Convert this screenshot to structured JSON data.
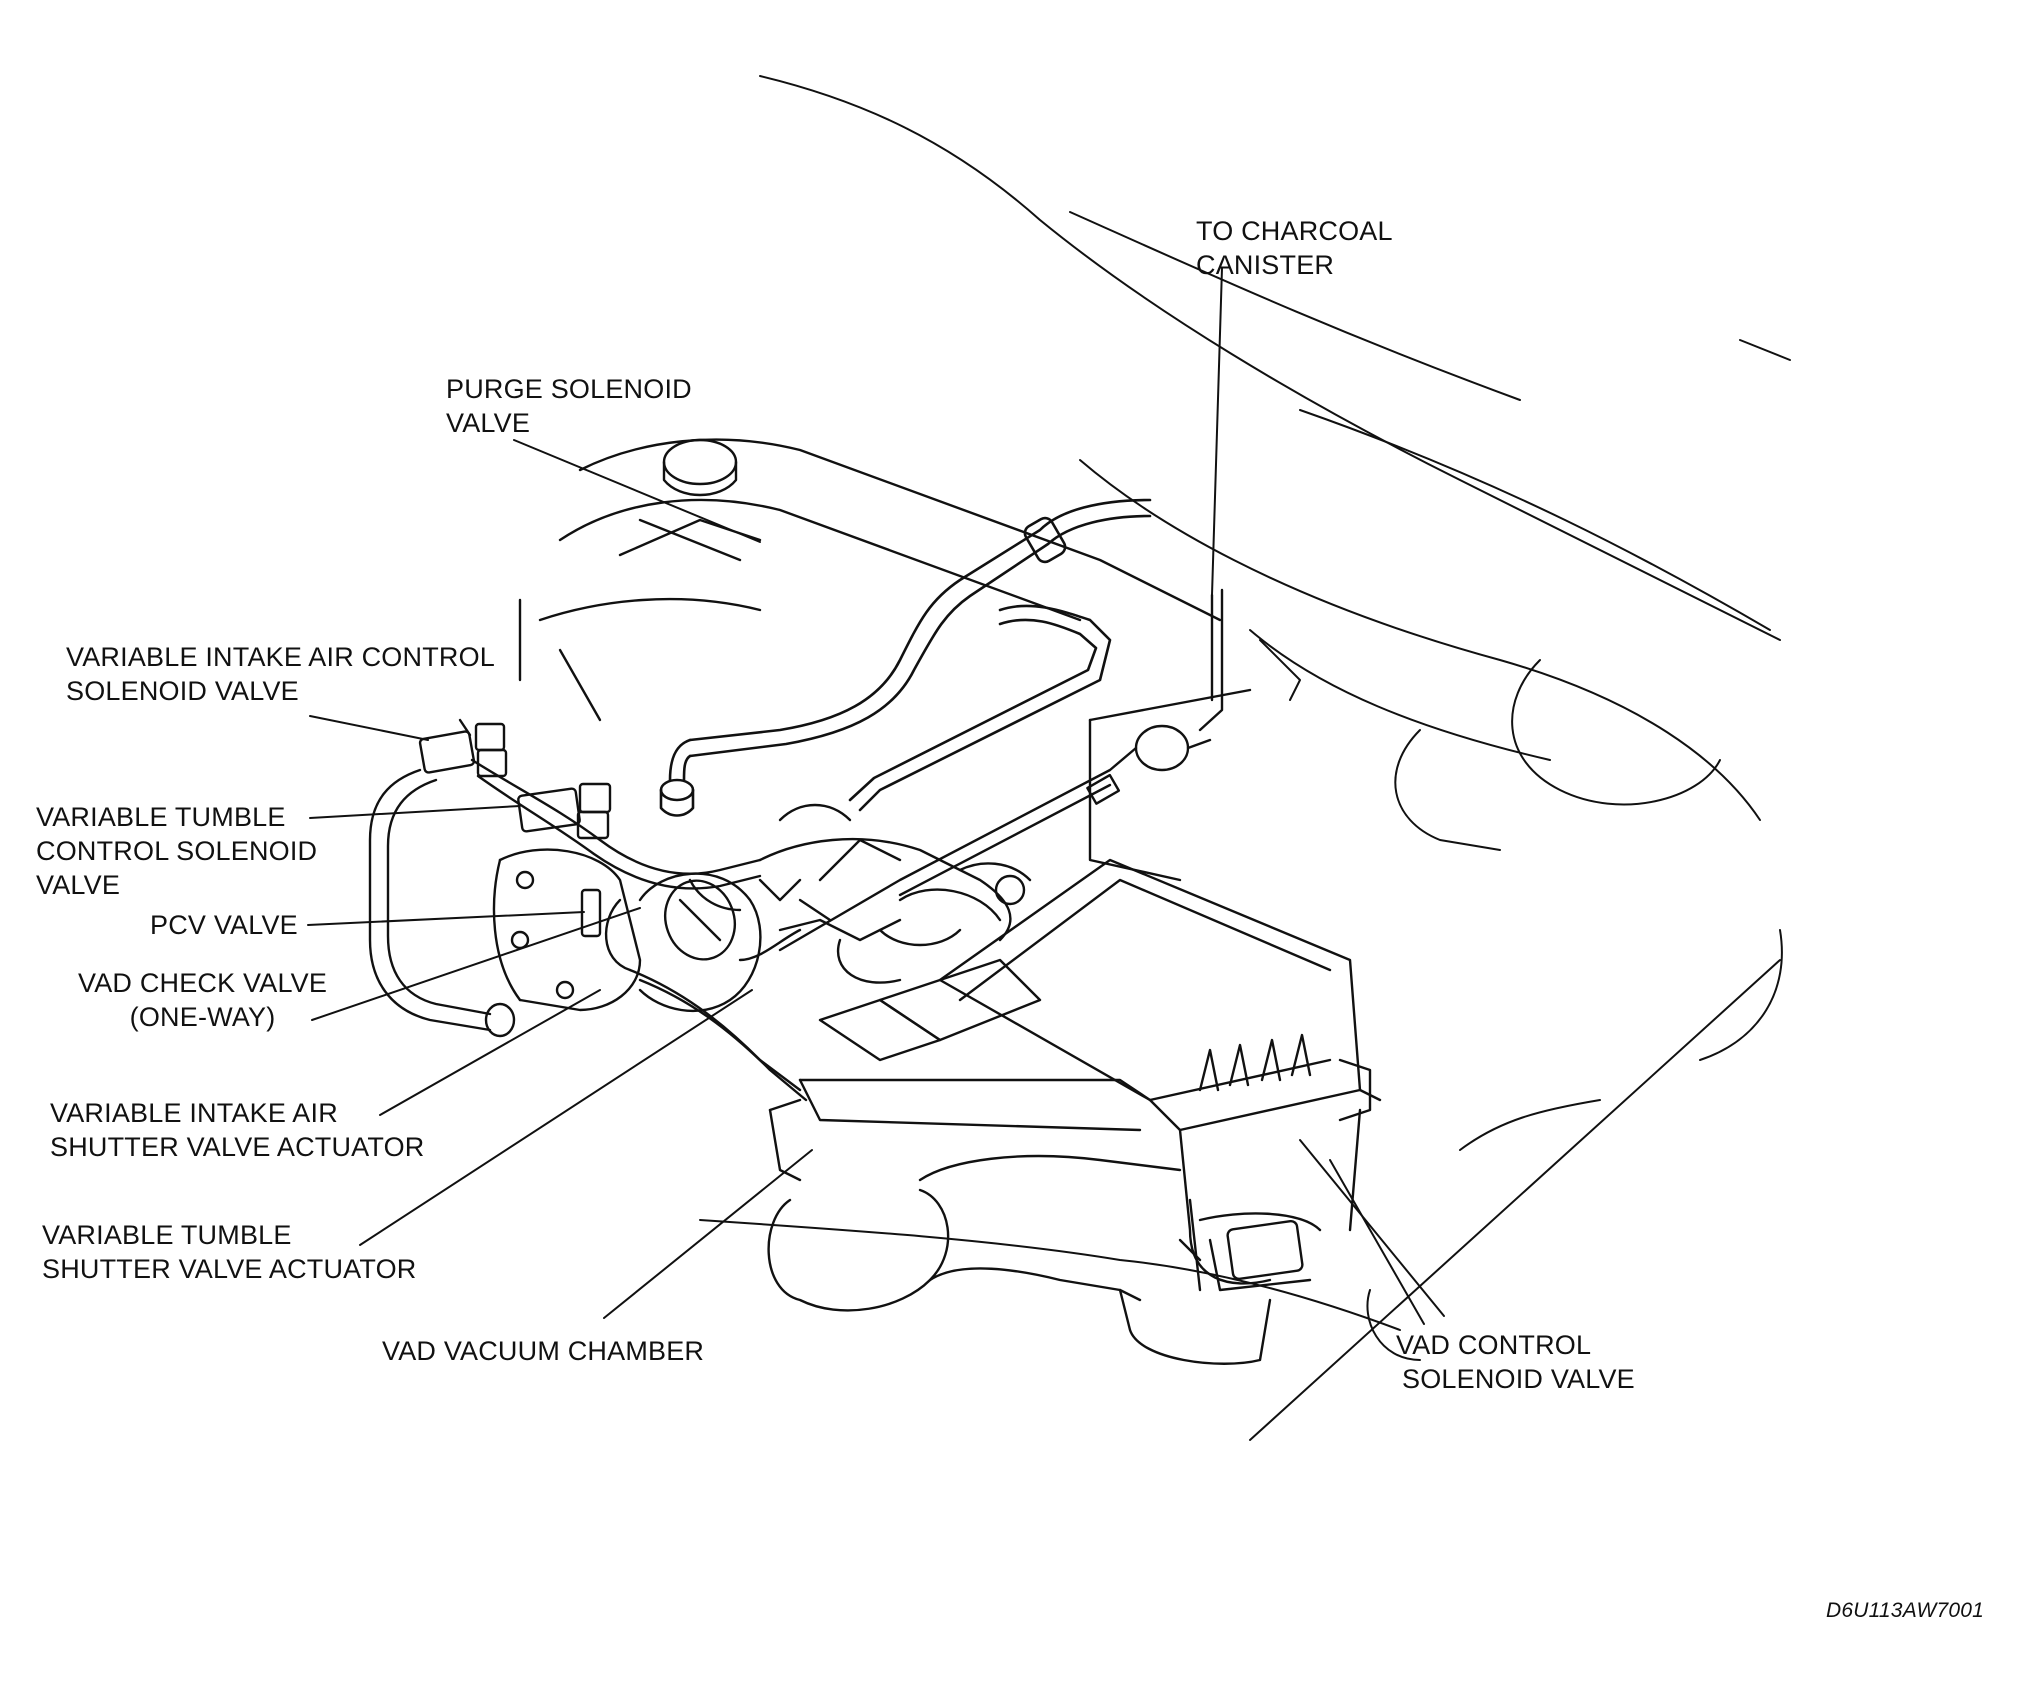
{
  "labels": {
    "charcoal": [
      "TO CHARCOAL",
      "CANISTER"
    ],
    "purge": [
      "PURGE SOLENOID",
      "VALVE"
    ],
    "via_control": [
      "VARIABLE INTAKE AIR CONTROL",
      "SOLENOID VALVE"
    ],
    "tumble_control": [
      "VARIABLE TUMBLE",
      "CONTROL SOLENOID",
      "VALVE"
    ],
    "pcv": [
      "PCV VALVE"
    ],
    "check": [
      "VAD CHECK VALVE",
      "(ONE-WAY)"
    ],
    "via_actuator": [
      "VARIABLE INTAKE AIR",
      "SHUTTER VALVE ACTUATOR"
    ],
    "tumble_actuator": [
      "VARIABLE TUMBLE",
      "SHUTTER VALVE ACTUATOR"
    ],
    "chamber": [
      "VAD VACUUM CHAMBER"
    ],
    "vad_control": [
      "VAD CONTROL",
      "SOLENOID VALVE"
    ]
  },
  "figure_code": "D6U113AW7001"
}
